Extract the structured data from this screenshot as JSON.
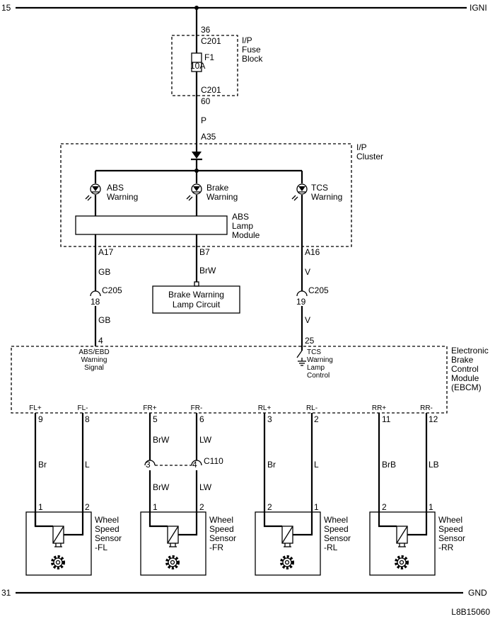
{
  "rails": {
    "top_left": "15",
    "top_right": "IGNI",
    "bottom_left": "31",
    "bottom_right": "GND"
  },
  "fuse_block": {
    "pin_in": "36",
    "conn_in": "C201",
    "fuse_name": "F1",
    "fuse_rating": "10A",
    "conn_out": "C201",
    "pin_out": "60",
    "title": [
      "I/P",
      "Fuse",
      "Block"
    ]
  },
  "feed": {
    "wire_color": "P",
    "pin": "A35"
  },
  "cluster": {
    "title": [
      "I/P",
      "Cluster"
    ],
    "abs_lamp": [
      "ABS",
      "Warning"
    ],
    "brake_lamp": [
      "Brake",
      "Warning"
    ],
    "tcs_lamp": [
      "TCS",
      "Warning"
    ],
    "module": [
      "ABS",
      "Lamp",
      "Module"
    ]
  },
  "abs_line": {
    "pin": "A17",
    "wire_upper": "GB",
    "connector": "C205",
    "conn_pin": "18",
    "wire_lower": "GB",
    "ebcm_pin": "4"
  },
  "brake_line": {
    "pin": "B7",
    "wire": "BrW",
    "box": [
      "Brake Warning",
      "Lamp Circuit"
    ]
  },
  "tcs_line": {
    "pin": "A16",
    "wire_upper": "V",
    "connector": "C205",
    "conn_pin": "19",
    "wire_lower": "V",
    "ebcm_pin": "25"
  },
  "ebcm": {
    "title": [
      "Electronic",
      "Brake",
      "Control",
      "Module",
      "(EBCM)"
    ],
    "abs_signal": [
      "ABS/EBD",
      "Warning",
      "Signal"
    ],
    "tcs_control": [
      "TCS",
      "Warning",
      "Lamp",
      "Control"
    ],
    "terminals": [
      {
        "label": "FL+",
        "pin": "9"
      },
      {
        "label": "FL-",
        "pin": "8"
      },
      {
        "label": "FR+",
        "pin": "5"
      },
      {
        "label": "FR-",
        "pin": "6"
      },
      {
        "label": "RL+",
        "pin": "3"
      },
      {
        "label": "RL-",
        "pin": "2"
      },
      {
        "label": "RR+",
        "pin": "11"
      },
      {
        "label": "RR-",
        "pin": "12"
      }
    ]
  },
  "fr_connector": {
    "name": "C110",
    "pin_a": "3",
    "pin_b": "4",
    "wire_a_lower": "BrW",
    "wire_b_lower": "LW"
  },
  "sensors": [
    {
      "name": [
        "Wheel",
        "Speed",
        "Sensor",
        "-FL"
      ],
      "wires": [
        "Br",
        "L"
      ],
      "pins": [
        "1",
        "2"
      ]
    },
    {
      "name": [
        "Wheel",
        "Speed",
        "Sensor",
        "-FR"
      ],
      "wires": [
        "BrW",
        "LW"
      ],
      "pins": [
        "1",
        "2"
      ]
    },
    {
      "name": [
        "Wheel",
        "Speed",
        "Sensor",
        "-RL"
      ],
      "wires": [
        "Br",
        "L"
      ],
      "pins": [
        "2",
        "1"
      ]
    },
    {
      "name": [
        "Wheel",
        "Speed",
        "Sensor",
        "-RR"
      ],
      "wires": [
        "BrB",
        "LB"
      ],
      "pins": [
        "2",
        "1"
      ]
    }
  ],
  "diagram_id": "L8B15060"
}
